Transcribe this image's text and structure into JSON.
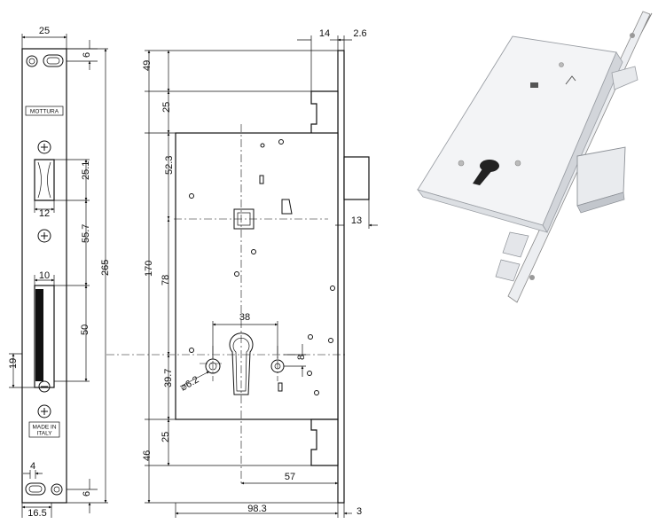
{
  "brand": {
    "plate_label": "MOTTURA",
    "made_in_line1": "MADE IN",
    "made_in_line2": "ITALY"
  },
  "dimensions": {
    "faceplate_width": "25",
    "top_hole_offset": "6",
    "latch_height": "25.1",
    "latch_depth": "12",
    "latch_to_bolt": "55.7",
    "bolt_width": "10",
    "bolt_to_cylinder": "50",
    "total_height": "265",
    "cylinder_side": "19",
    "bottom_hole_spacing": "4",
    "bottom_hole_offset": "6",
    "plate_bottom_width": "16.5",
    "top_gap": "14",
    "plate_thickness": "2.6",
    "top_offset": "49",
    "top_tab": "25",
    "top_to_handle": "52.3",
    "body_height": "170",
    "handle_to_cylinder": "78",
    "cylinder_to_bottom": "39.7",
    "bottom_tab": "25",
    "bottom_offset": "46",
    "bolt_projection": "13",
    "hole_spacing": "38",
    "pin_diameter": "⌀6.2",
    "pin_offset": "8",
    "backset": "57",
    "body_depth": "98.3",
    "front_thickness": "3"
  },
  "colors": {
    "line": "#111111",
    "metal_light": "#f1f2f4",
    "metal_mid": "#d6d8dc",
    "metal_dark": "#a9adb3"
  }
}
